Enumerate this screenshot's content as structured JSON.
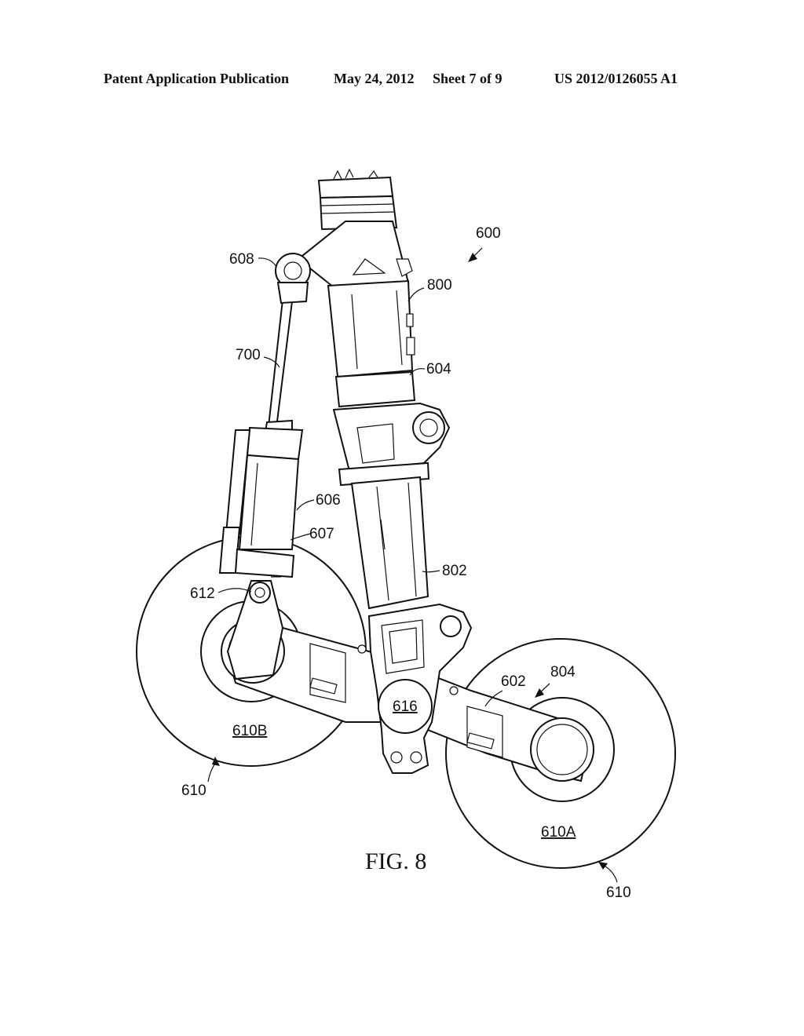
{
  "header": {
    "publication": "Patent Application Publication",
    "date": "May 24, 2012",
    "sheet": "Sheet 7 of 9",
    "number": "US 2012/0126055 A1"
  },
  "figure": {
    "caption": "FIG. 8",
    "labels": {
      "r600": "600",
      "r608": "608",
      "r800": "800",
      "r700": "700",
      "r604": "604",
      "r606": "606",
      "r607": "607",
      "r802": "802",
      "r612": "612",
      "r804": "804",
      "r602": "602",
      "r616": "616",
      "r610B": "610B",
      "r610_left": "610",
      "r610A": "610A",
      "r610_right": "610"
    }
  }
}
